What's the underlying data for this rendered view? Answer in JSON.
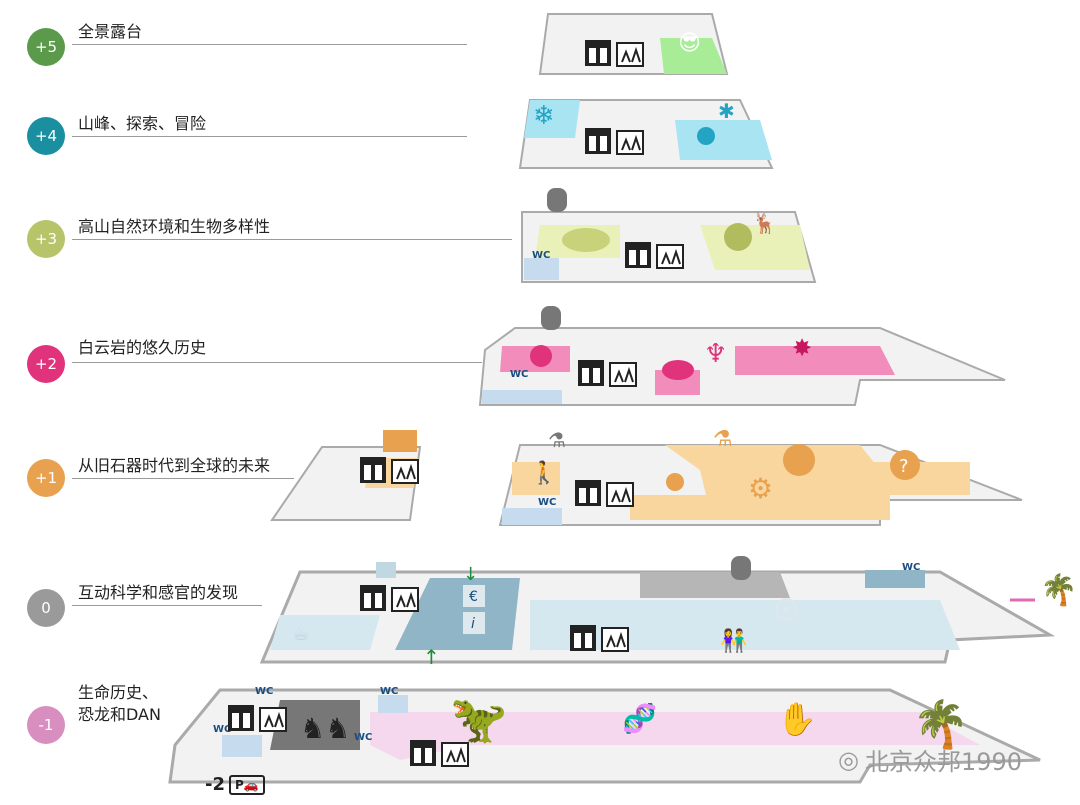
{
  "floors": [
    {
      "level": "+5",
      "label": "全景露台",
      "color": "#5a9a4a"
    },
    {
      "level": "+4",
      "label": "山峰、探索、冒险",
      "color": "#1a8fa0"
    },
    {
      "level": "+3",
      "label": "高山自然环境和生物多样性",
      "color": "#b7c46a"
    },
    {
      "level": "+2",
      "label": "白云岩的悠久历史",
      "color": "#e0337b"
    },
    {
      "level": "+1",
      "label": "从旧石器时代到全球的未来",
      "color": "#e8a14e"
    },
    {
      "level": "0",
      "label": "互动科学和感官的发现",
      "color": "#9a9a9a"
    },
    {
      "level": "-1",
      "label": "生命历史、\n恐龙和DAN",
      "color": "#d98ec0"
    }
  ],
  "parking": {
    "level": "-2",
    "icon": "P🚗"
  },
  "watermark": "北京众邦1990",
  "signs": {
    "wc": "WC",
    "euro": "€",
    "info": "i"
  }
}
